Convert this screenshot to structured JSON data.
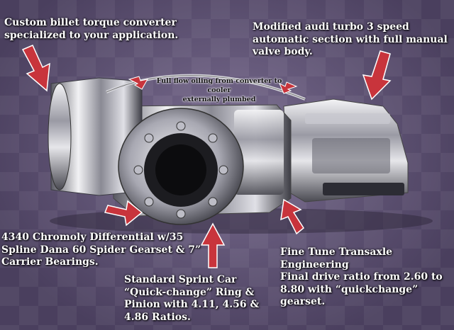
{
  "captions": {
    "converter": "Custom billet torque converter specialized to your application.",
    "audi": "Modified audi turbo 3 speed automatic section with full manual valve body.",
    "oiling_line1": "Full flow oiling from converter to cooler",
    "oiling_line2": "externally plumbed",
    "differential": "4340 Chromoly Differential w/35 Spline Dana 60 Spider Gearset & 7” Carrier Bearings.",
    "sprint": "Standard Sprint Car “Quick-change” Ring & Pinion with 4.11, 4.56 & 4.86 Ratios.",
    "finetune_line1": "Fine Tune Transaxle Engineering",
    "finetune_line2": "Final drive ratio from 2.60 to 8.80 with “quickchange” gearset."
  },
  "colors": {
    "arrow": "#c8343c",
    "arrow_dark": "#7a1a20",
    "chrome_light": "#e8e8ec",
    "chrome_dark": "#555560"
  }
}
